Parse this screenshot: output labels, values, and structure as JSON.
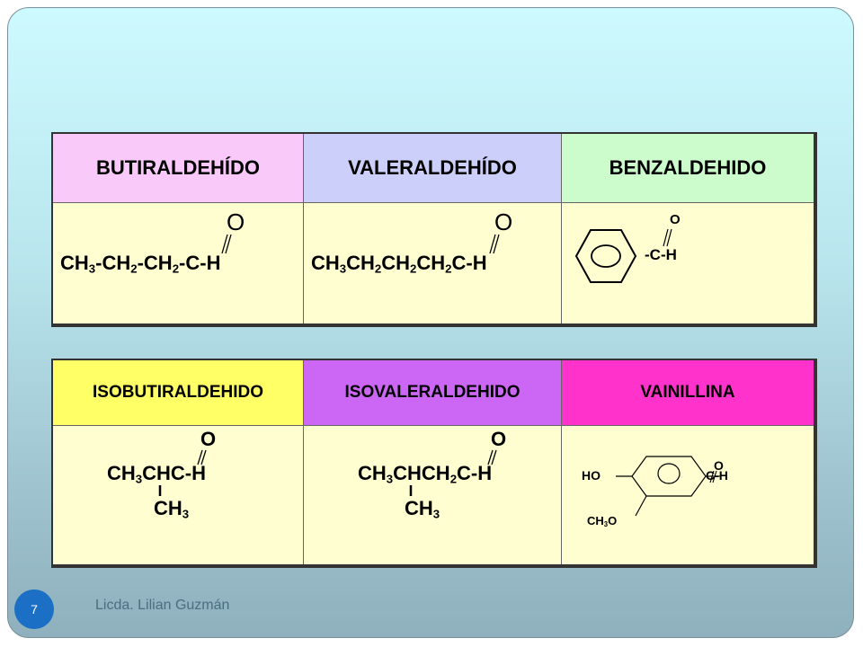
{
  "footer": {
    "page_number": "7",
    "author": "Licda. Lilian Guzmán"
  },
  "table1": {
    "headers": [
      "BUTIRALDEHÍDO",
      "VALERALDEHÍDO",
      "BENZALDEHIDO"
    ],
    "butiral": {
      "oxygen": "O",
      "p1": "CH",
      "s1": "3",
      "p2": "-CH",
      "s2": "2",
      "p3": "-CH",
      "s3": "2",
      "p4": "-C-H"
    },
    "valeral": {
      "oxygen": "O",
      "p1": "CH",
      "s1": "3",
      "p2": "CH",
      "s2": "2",
      "p3": "CH",
      "s3": "2",
      "p4": "CH",
      "s4": "2",
      "p5": "C-H"
    },
    "benzal": {
      "oxygen": "O",
      "group": "-C-H"
    }
  },
  "table2": {
    "headers": [
      "ISOBUTIRALDEHIDO",
      "ISOVALERALDEHIDO",
      "VAINILLINA"
    ],
    "isobutiral": {
      "oxygen": "O",
      "p1": "CH",
      "s1": "3",
      "p2": "CHC-H",
      "branch": "CH",
      "branch_sub": "3"
    },
    "isovaleral": {
      "oxygen": "O",
      "p1": "CH",
      "s1": "3",
      "p2": "CHCH",
      "s2": "2",
      "p3": "C-H",
      "branch": "CH",
      "branch_sub": "3"
    },
    "vainillina": {
      "oxygen": "O",
      "hydroxyl": "HO",
      "group": "C-H",
      "methoxy": "CH",
      "methoxy_sub": "3",
      "methoxy_end": "O"
    }
  }
}
